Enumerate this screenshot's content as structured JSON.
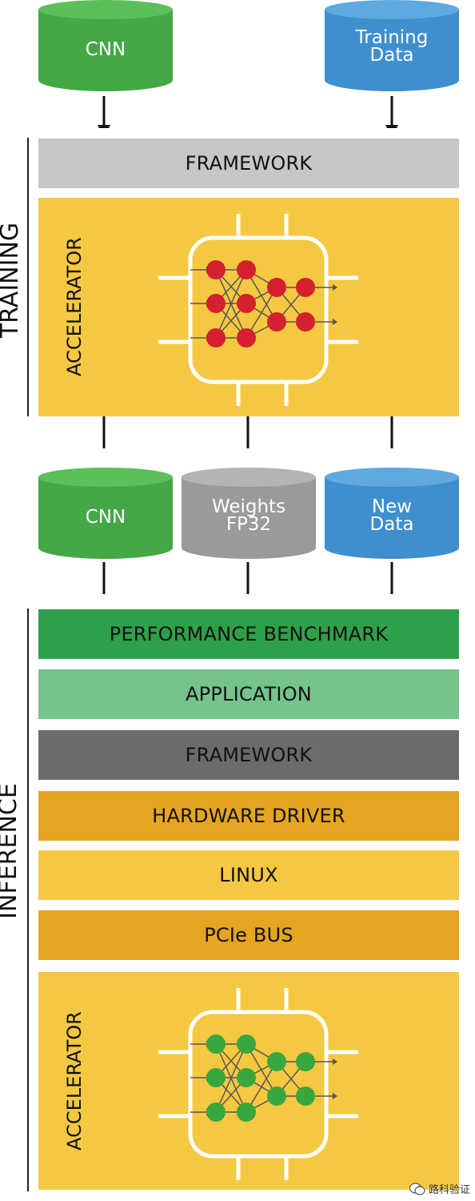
{
  "sections": {
    "training_label": "TRAINING",
    "inference_label": "INFERENCE"
  },
  "training": {
    "inputs": [
      {
        "id": "cnn",
        "label": "CNN",
        "color": "#43a845"
      },
      {
        "id": "training-data",
        "label": "Training\nData",
        "color": "#3f8fcf"
      }
    ],
    "framework_label": "FRAMEWORK",
    "accelerator_label": "ACCELERATOR",
    "node_color": "#d4202f"
  },
  "outputs": [
    {
      "id": "cnn",
      "label": "CNN",
      "color": "#43a845"
    },
    {
      "id": "weights",
      "label": "Weights\nFP32",
      "color": "#9a9a9a"
    },
    {
      "id": "new-data",
      "label": "New\nData",
      "color": "#3f8fcf"
    }
  ],
  "inference": {
    "layers": [
      {
        "id": "performance-benchmark",
        "label": "PERFORMANCE BENCHMARK",
        "color": "#2fa04a"
      },
      {
        "id": "application",
        "label": "APPLICATION",
        "color": "#74c48c"
      },
      {
        "id": "framework",
        "label": "FRAMEWORK",
        "color": "#6b6b6b"
      },
      {
        "id": "hardware-driver",
        "label": "HARDWARE DRIVER",
        "color": "#e6a520"
      },
      {
        "id": "linux",
        "label": "LINUX",
        "color": "#f5c842"
      },
      {
        "id": "pcie-bus",
        "label": "PCIe BUS",
        "color": "#e6a520"
      }
    ],
    "accelerator_label": "ACCELERATOR",
    "node_color": "#3aa63e"
  },
  "watermark": {
    "text": "路科验证",
    "icon": "wechat-icon"
  }
}
